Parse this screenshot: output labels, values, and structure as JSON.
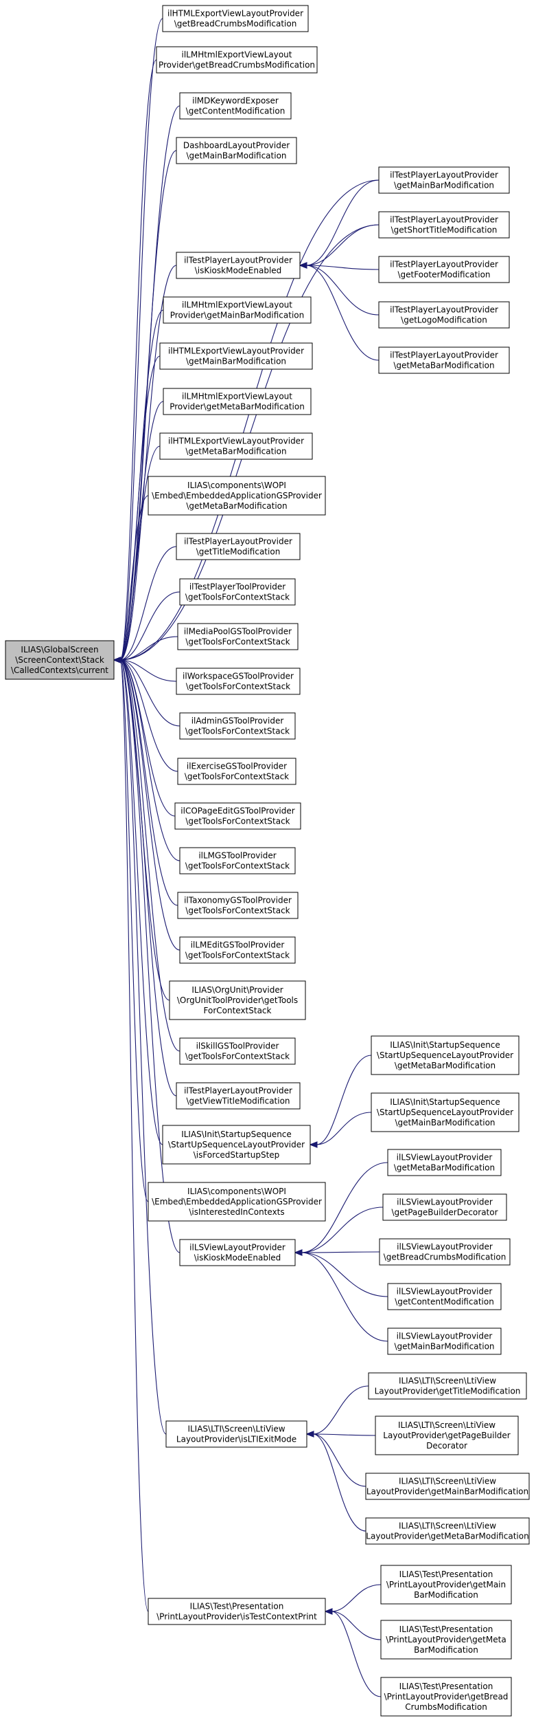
{
  "diagram": {
    "nodes": [
      {
        "id": "root",
        "lines": [
          "ILIAS\\GlobalScreen",
          "\\ScreenContext\\Stack",
          "\\CalledContexts\\current"
        ]
      },
      {
        "id": "a1",
        "lines": [
          "ilHTMLExportViewLayoutProvider",
          "\\getBreadCrumbsModification"
        ]
      },
      {
        "id": "a2",
        "lines": [
          "ilLMHtmlExportViewLayout",
          "Provider\\getBreadCrumbsModification"
        ]
      },
      {
        "id": "a3",
        "lines": [
          "ilMDKeywordExposer",
          "\\getContentModification"
        ]
      },
      {
        "id": "a4",
        "lines": [
          "DashboardLayoutProvider",
          "\\getMainBarModification"
        ]
      },
      {
        "id": "a5",
        "lines": [
          "ilTestPlayerLayoutProvider",
          "\\isKioskModeEnabled"
        ]
      },
      {
        "id": "a6",
        "lines": [
          "ilLMHtmlExportViewLayout",
          "Provider\\getMainBarModification"
        ]
      },
      {
        "id": "a7",
        "lines": [
          "ilHTMLExportViewLayoutProvider",
          "\\getMainBarModification"
        ]
      },
      {
        "id": "a8",
        "lines": [
          "ilLMHtmlExportViewLayout",
          "Provider\\getMetaBarModification"
        ]
      },
      {
        "id": "a9",
        "lines": [
          "ilHTMLExportViewLayoutProvider",
          "\\getMetaBarModification"
        ]
      },
      {
        "id": "a10",
        "lines": [
          "ILIAS\\components\\WOPI",
          "\\Embed\\EmbeddedApplicationGSProvider",
          "\\getMetaBarModification"
        ]
      },
      {
        "id": "a11",
        "lines": [
          "ilTestPlayerLayoutProvider",
          "\\getTitleModification"
        ]
      },
      {
        "id": "a12",
        "lines": [
          "ilTestPlayerToolProvider",
          "\\getToolsForContextStack"
        ]
      },
      {
        "id": "a13",
        "lines": [
          "ilMediaPoolGSToolProvider",
          "\\getToolsForContextStack"
        ]
      },
      {
        "id": "a14",
        "lines": [
          "ilWorkspaceGSToolProvider",
          "\\getToolsForContextStack"
        ]
      },
      {
        "id": "a15",
        "lines": [
          "ilAdminGSToolProvider",
          "\\getToolsForContextStack"
        ]
      },
      {
        "id": "a16",
        "lines": [
          "ilExerciseGSToolProvider",
          "\\getToolsForContextStack"
        ]
      },
      {
        "id": "a17",
        "lines": [
          "ilCOPageEditGSToolProvider",
          "\\getToolsForContextStack"
        ]
      },
      {
        "id": "a18",
        "lines": [
          "ilLMGSToolProvider",
          "\\getToolsForContextStack"
        ]
      },
      {
        "id": "a19",
        "lines": [
          "ilTaxonomyGSToolProvider",
          "\\getToolsForContextStack"
        ]
      },
      {
        "id": "a20",
        "lines": [
          "ilLMEditGSToolProvider",
          "\\getToolsForContextStack"
        ]
      },
      {
        "id": "a21",
        "lines": [
          "ILIAS\\OrgUnit\\Provider",
          "\\OrgUnitToolProvider\\getTools",
          "ForContextStack"
        ]
      },
      {
        "id": "a22",
        "lines": [
          "ilSkillGSToolProvider",
          "\\getToolsForContextStack"
        ]
      },
      {
        "id": "a23",
        "lines": [
          "ilTestPlayerLayoutProvider",
          "\\getViewTitleModification"
        ]
      },
      {
        "id": "a24",
        "lines": [
          "ILIAS\\Init\\StartupSequence",
          "\\StartUpSequenceLayoutProvider",
          "\\isForcedStartupStep"
        ]
      },
      {
        "id": "a25",
        "lines": [
          "ILIAS\\components\\WOPI",
          "\\Embed\\EmbeddedApplicationGSProvider",
          "\\isInterestedInContexts"
        ]
      },
      {
        "id": "a26",
        "lines": [
          "ilLSViewLayoutProvider",
          "\\isKioskModeEnabled"
        ]
      },
      {
        "id": "a27",
        "lines": [
          "ILIAS\\LTI\\Screen\\LtiView",
          "LayoutProvider\\isLTIExitMode"
        ]
      },
      {
        "id": "a28",
        "lines": [
          "ILIAS\\Test\\Presentation",
          "\\PrintLayoutProvider\\isTestContextPrint"
        ]
      },
      {
        "id": "b1",
        "lines": [
          "ilTestPlayerLayoutProvider",
          "\\getMainBarModification"
        ]
      },
      {
        "id": "b2",
        "lines": [
          "ilTestPlayerLayoutProvider",
          "\\getShortTitleModification"
        ]
      },
      {
        "id": "b3",
        "lines": [
          "ilTestPlayerLayoutProvider",
          "\\getFooterModification"
        ]
      },
      {
        "id": "b4",
        "lines": [
          "ilTestPlayerLayoutProvider",
          "\\getLogoModification"
        ]
      },
      {
        "id": "b5",
        "lines": [
          "ilTestPlayerLayoutProvider",
          "\\getMetaBarModification"
        ]
      },
      {
        "id": "c1",
        "lines": [
          "ILIAS\\Init\\StartupSequence",
          "\\StartUpSequenceLayoutProvider",
          "\\getMetaBarModification"
        ]
      },
      {
        "id": "c2",
        "lines": [
          "ILIAS\\Init\\StartupSequence",
          "\\StartUpSequenceLayoutProvider",
          "\\getMainBarModification"
        ]
      },
      {
        "id": "d1",
        "lines": [
          "ilLSViewLayoutProvider",
          "\\getMetaBarModification"
        ]
      },
      {
        "id": "d2",
        "lines": [
          "ilLSViewLayoutProvider",
          "\\getPageBuilderDecorator"
        ]
      },
      {
        "id": "d3",
        "lines": [
          "ilLSViewLayoutProvider",
          "\\getBreadCrumbsModification"
        ]
      },
      {
        "id": "d4",
        "lines": [
          "ilLSViewLayoutProvider",
          "\\getContentModification"
        ]
      },
      {
        "id": "d5",
        "lines": [
          "ilLSViewLayoutProvider",
          "\\getMainBarModification"
        ]
      },
      {
        "id": "e1",
        "lines": [
          "ILIAS\\LTI\\Screen\\LtiView",
          "LayoutProvider\\getTitleModification"
        ]
      },
      {
        "id": "e2",
        "lines": [
          "ILIAS\\LTI\\Screen\\LtiView",
          "LayoutProvider\\getPageBuilder",
          "Decorator"
        ]
      },
      {
        "id": "e3",
        "lines": [
          "ILIAS\\LTI\\Screen\\LtiView",
          "LayoutProvider\\getMainBarModification"
        ]
      },
      {
        "id": "e4",
        "lines": [
          "ILIAS\\LTI\\Screen\\LtiView",
          "LayoutProvider\\getMetaBarModification"
        ]
      },
      {
        "id": "f1",
        "lines": [
          "ILIAS\\Test\\Presentation",
          "\\PrintLayoutProvider\\getMain",
          "BarModification"
        ]
      },
      {
        "id": "f2",
        "lines": [
          "ILIAS\\Test\\Presentation",
          "\\PrintLayoutProvider\\getMeta",
          "BarModification"
        ]
      },
      {
        "id": "f3",
        "lines": [
          "ILIAS\\Test\\Presentation",
          "\\PrintLayoutProvider\\getBread",
          "CrumbsModification"
        ]
      }
    ],
    "edges": [
      {
        "from": "a1",
        "to": "root"
      },
      {
        "from": "a2",
        "to": "root"
      },
      {
        "from": "a3",
        "to": "root"
      },
      {
        "from": "a4",
        "to": "root"
      },
      {
        "from": "a5",
        "to": "root"
      },
      {
        "from": "a6",
        "to": "root"
      },
      {
        "from": "a7",
        "to": "root"
      },
      {
        "from": "a8",
        "to": "root"
      },
      {
        "from": "a9",
        "to": "root"
      },
      {
        "from": "a10",
        "to": "root"
      },
      {
        "from": "a11",
        "to": "root"
      },
      {
        "from": "a12",
        "to": "root"
      },
      {
        "from": "a13",
        "to": "root"
      },
      {
        "from": "a14",
        "to": "root"
      },
      {
        "from": "a15",
        "to": "root"
      },
      {
        "from": "a16",
        "to": "root"
      },
      {
        "from": "a17",
        "to": "root"
      },
      {
        "from": "a18",
        "to": "root"
      },
      {
        "from": "a19",
        "to": "root"
      },
      {
        "from": "a20",
        "to": "root"
      },
      {
        "from": "a21",
        "to": "root"
      },
      {
        "from": "a22",
        "to": "root"
      },
      {
        "from": "a23",
        "to": "root"
      },
      {
        "from": "a24",
        "to": "root"
      },
      {
        "from": "a25",
        "to": "root"
      },
      {
        "from": "a26",
        "to": "root"
      },
      {
        "from": "a27",
        "to": "root"
      },
      {
        "from": "a28",
        "to": "root"
      },
      {
        "from": "b1",
        "to": "root"
      },
      {
        "from": "b2",
        "to": "root"
      },
      {
        "from": "b1",
        "to": "a5"
      },
      {
        "from": "b2",
        "to": "a5"
      },
      {
        "from": "b3",
        "to": "a5"
      },
      {
        "from": "b4",
        "to": "a5"
      },
      {
        "from": "b5",
        "to": "a5"
      },
      {
        "from": "c1",
        "to": "a24"
      },
      {
        "from": "c2",
        "to": "a24"
      },
      {
        "from": "d1",
        "to": "a26"
      },
      {
        "from": "d2",
        "to": "a26"
      },
      {
        "from": "d3",
        "to": "a26"
      },
      {
        "from": "d4",
        "to": "a26"
      },
      {
        "from": "d5",
        "to": "a26"
      },
      {
        "from": "e1",
        "to": "a27"
      },
      {
        "from": "e2",
        "to": "a27"
      },
      {
        "from": "e3",
        "to": "a27"
      },
      {
        "from": "e4",
        "to": "a27"
      },
      {
        "from": "f1",
        "to": "a28"
      },
      {
        "from": "f2",
        "to": "a28"
      },
      {
        "from": "f3",
        "to": "a28"
      }
    ]
  }
}
